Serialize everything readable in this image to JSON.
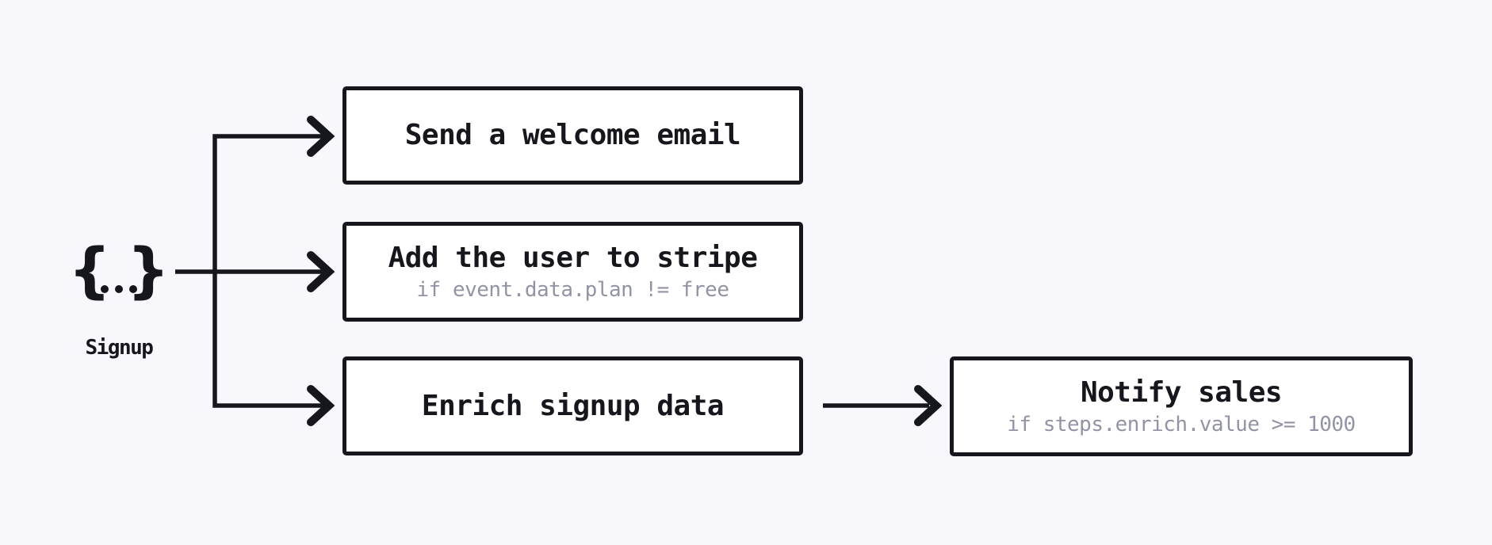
{
  "colors": {
    "background": "#f8f8fc",
    "node_bg": "#ffffff",
    "ink": "#16161d",
    "muted": "#9293a5"
  },
  "trigger": {
    "symbol_left": "{",
    "symbol_dots": "...",
    "symbol_right": "}",
    "label": "Signup"
  },
  "nodes": [
    {
      "id": "send-welcome-email",
      "title": "Send a welcome email"
    },
    {
      "id": "add-user-to-stripe",
      "title": "Add the user to stripe",
      "subtitle": "if event.data.plan != free"
    },
    {
      "id": "enrich-signup-data",
      "title": "Enrich signup data"
    },
    {
      "id": "notify-sales",
      "title": "Notify sales",
      "subtitle": "if steps.enrich.value >= 1000"
    }
  ],
  "edges": [
    {
      "from": "signup",
      "to": "send-welcome-email"
    },
    {
      "from": "signup",
      "to": "add-user-to-stripe"
    },
    {
      "from": "signup",
      "to": "enrich-signup-data"
    },
    {
      "from": "enrich-signup-data",
      "to": "notify-sales"
    }
  ]
}
